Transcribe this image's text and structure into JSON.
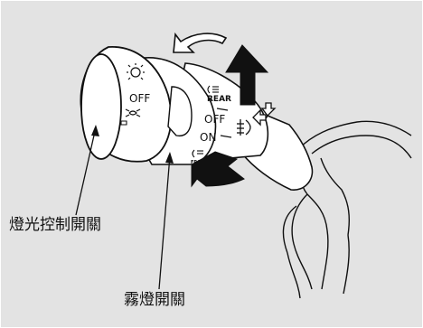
{
  "colors": {
    "background_panel": "#e3e3e3",
    "page_background": "#ffffff",
    "line": "#111111",
    "arrow_fill": "#111111"
  },
  "labels": {
    "headlight_switch": "燈光控制開關",
    "fog_light_switch": "霧燈開關"
  },
  "switch_markings": {
    "headlight_on_symbol": "headlight-icon",
    "parking_symbol": "parking-light-icon",
    "auto_symbol": "auto-light-icon",
    "off_1": "OFF",
    "off_2": "OFF",
    "on": "ON",
    "rear": "REAR",
    "rear_fog_symbol": "rear-fog-icon",
    "front_fog_symbol": "front-fog-icon",
    "lower_fog_symbol": "fog-icon",
    "lower_text": "FRONT"
  },
  "icons": [
    "rotate-arrow-icon",
    "up-arrow-icon",
    "down-arrow-icon",
    "turn-arrow-icon"
  ]
}
